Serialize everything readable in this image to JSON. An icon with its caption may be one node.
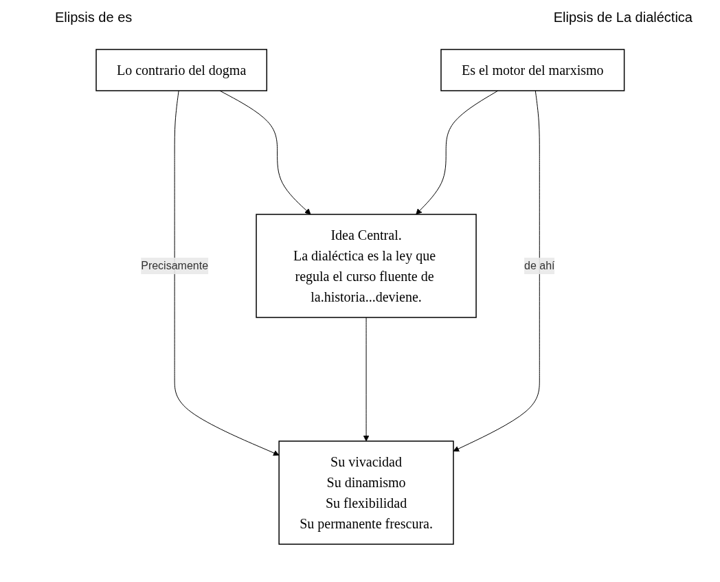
{
  "diagram": {
    "nodes": [
      {
        "text": [
          "Lo contrario del dogma"
        ]
      },
      {
        "text": [
          "Es el motor del marxismo"
        ]
      },
      {
        "text": [
          "Idea Central.",
          "La dialéctica es la ley que regula el curso fluente de la.historia...deviene."
        ]
      },
      {
        "text": [
          "Su vivacidad",
          "Su dinamismo",
          "Su flexibilidad",
          "Su permanente frescura."
        ]
      }
    ],
    "edges": [
      {
        "from": 0,
        "to": 2,
        "arrow": "to"
      },
      {
        "from": 1,
        "to": 2,
        "arrow": "to"
      },
      {
        "from": 0,
        "to": 3,
        "arrow": "to",
        "label": "Precisamente"
      },
      {
        "from": 2,
        "to": 3,
        "arrow": "to"
      },
      {
        "from": 1,
        "to": 3,
        "arrow": "to",
        "label": "de ahí"
      }
    ],
    "labels": [
      "Elipsis de es",
      "Elipsis de La dialéctica"
    ]
  }
}
